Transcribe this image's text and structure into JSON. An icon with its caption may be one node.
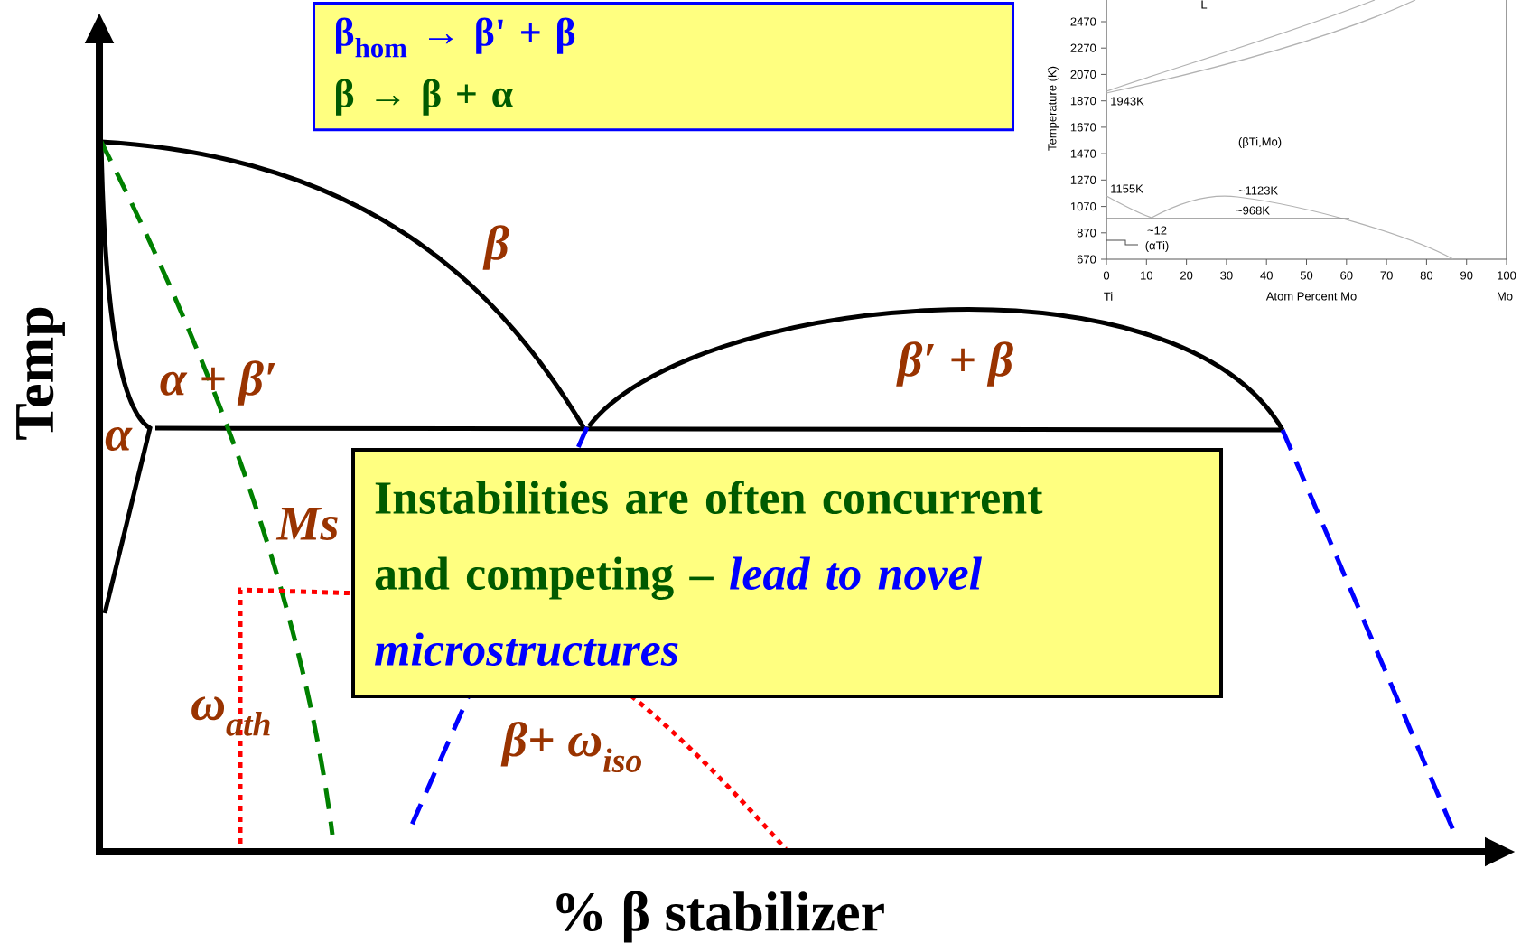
{
  "diagram": {
    "nodes": [
      {
        "text": [
          "β$_{hom}$ → β' + β",
          "β → β + α"
        ]
      },
      {
        "text": [
          "Instabilities are often concurrent and competing –",
          "lead to novel microstructures"
        ]
      }
    ],
    "labels": [
      "L",
      "2470",
      "2270",
      "2070",
      "1870",
      "1670",
      "1470",
      "1270",
      "1070",
      "870",
      "670",
      "Temperature (K)",
      "1943K",
      "(βTi,Mo)",
      "1155K",
      "~1123K",
      "~968K",
      "~12",
      "(αTi)",
      "0",
      "10",
      "20",
      "30",
      "40",
      "50",
      "60",
      "70",
      "80",
      "90",
      "100",
      "Ti",
      "Atom Percent Mo",
      "Mo",
      "β",
      "β′ + β",
      "α + β′",
      "α",
      "Temp",
      "Ms",
      "ω$_{ath}$",
      "β+ ω$_{iso}$",
      "% β stabilizer"
    ]
  }
}
